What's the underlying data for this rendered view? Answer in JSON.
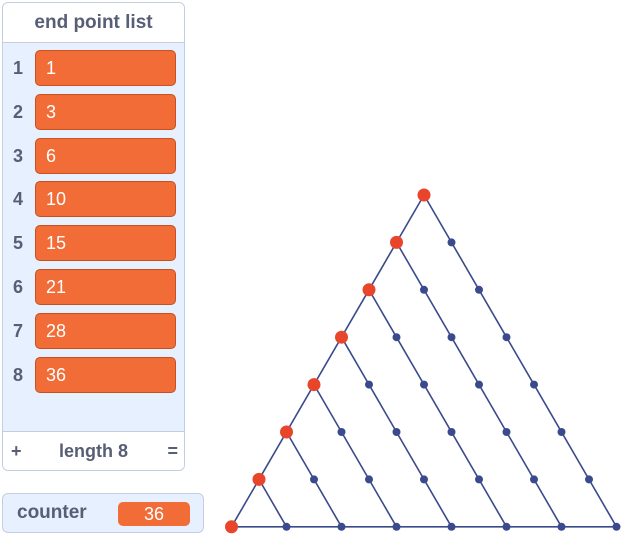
{
  "list_monitor": {
    "title": "end point list",
    "items": [
      {
        "index": "1",
        "value": "1"
      },
      {
        "index": "2",
        "value": "3"
      },
      {
        "index": "3",
        "value": "6"
      },
      {
        "index": "4",
        "value": "10"
      },
      {
        "index": "5",
        "value": "15"
      },
      {
        "index": "6",
        "value": "21"
      },
      {
        "index": "7",
        "value": "28"
      },
      {
        "index": "8",
        "value": "36"
      }
    ],
    "footer": {
      "add_label": "+",
      "length_label": "length 8",
      "resize_label": "="
    }
  },
  "variable_monitor": {
    "label": "counter",
    "value": "36"
  },
  "triangle": {
    "rows": 8,
    "line_color": "#3a4a8c",
    "dot_color": "#3a4a8c",
    "end_point_color": "#e8452a"
  },
  "colors": {
    "monitor_bg": "#e6f0ff",
    "cell_orange": "#f26c37",
    "label_gray": "#575e75"
  }
}
